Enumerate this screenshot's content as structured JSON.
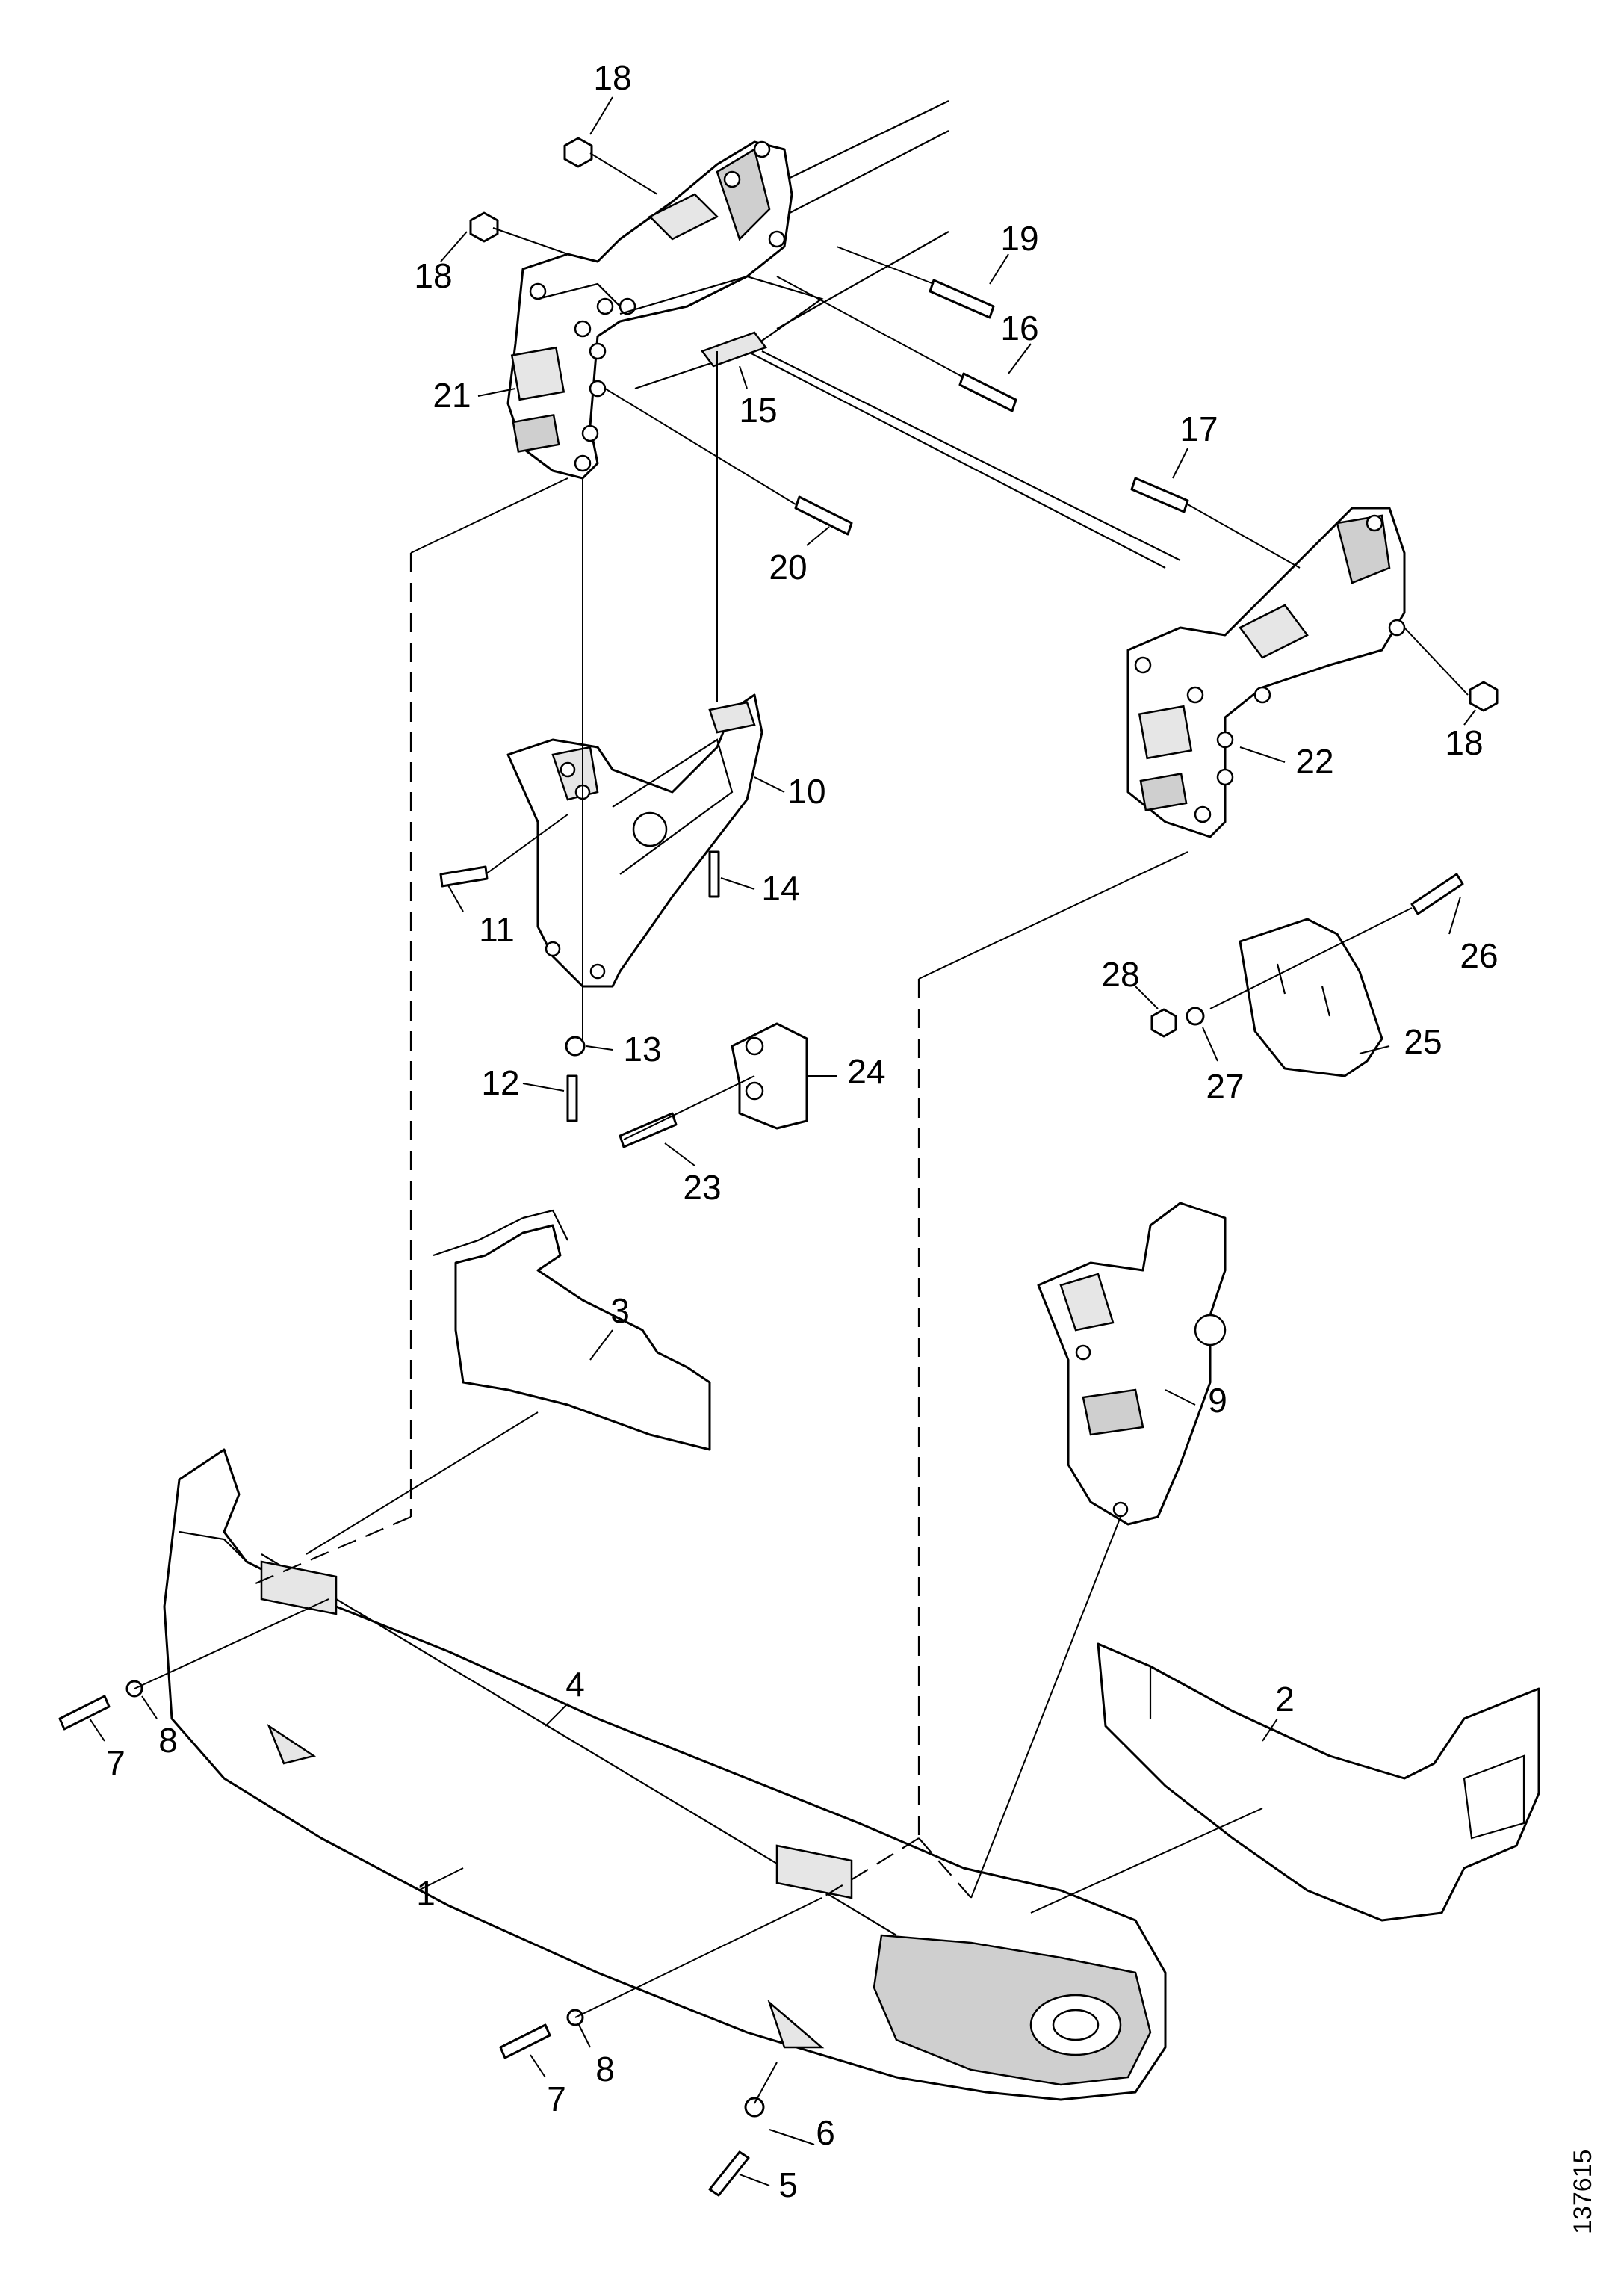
{
  "document_number": "137615",
  "callouts": [
    "1",
    "2",
    "3",
    "4",
    "5",
    "6",
    "7",
    "7",
    "8",
    "8",
    "9",
    "10",
    "11",
    "12",
    "13",
    "14",
    "15",
    "16",
    "17",
    "18",
    "18",
    "18",
    "19",
    "20",
    "21",
    "22",
    "23",
    "24",
    "25",
    "26",
    "27",
    "28"
  ]
}
